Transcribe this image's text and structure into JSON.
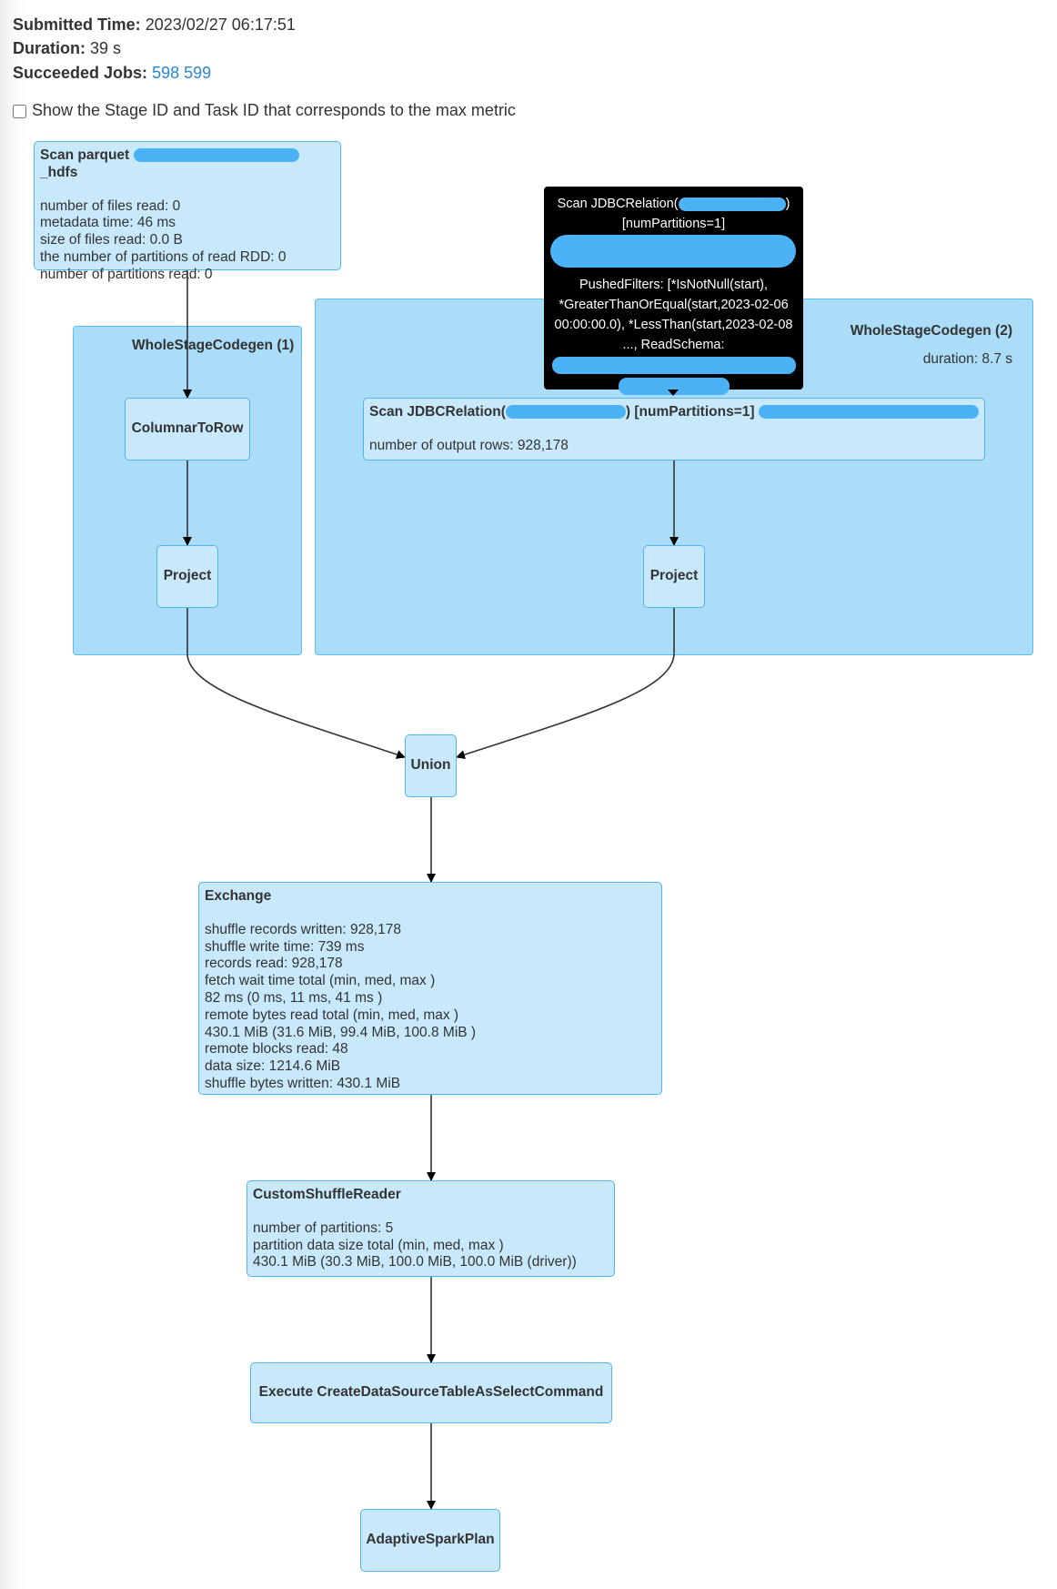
{
  "summary": {
    "submitted_label": "Submitted Time:",
    "submitted_value": "2023/02/27 06:17:51",
    "duration_label": "Duration:",
    "duration_value": "39 s",
    "jobs_label": "Succeeded Jobs:",
    "jobs": [
      "598",
      "599"
    ]
  },
  "checkbox": {
    "label": "Show the Stage ID and Task ID that corresponds to the max metric",
    "checked": false
  },
  "clusters": {
    "wsc1": {
      "title": "WholeStageCodegen (1)"
    },
    "wsc2": {
      "title": "WholeStageCodegen (2)",
      "duration": "duration: 8.7 s"
    }
  },
  "nodes": {
    "scan_parquet": {
      "title_prefix": "Scan parquet",
      "title_suffix": "_hdfs",
      "metrics": [
        "number of files read: 0",
        "metadata time: 46 ms",
        "size of files read: 0.0 B",
        "the number of partitions of read RDD: 0",
        "number of partitions read: 0"
      ]
    },
    "columnar_to_row": {
      "title": "ColumnarToRow"
    },
    "project1": {
      "title": "Project"
    },
    "scan_jdbc": {
      "title_prefix": "Scan JDBCRelation(",
      "title_mid": ") [numPartitions=1]",
      "metrics": [
        "number of output rows: 928,178"
      ]
    },
    "project2": {
      "title": "Project"
    },
    "union": {
      "title": "Union"
    },
    "exchange": {
      "title": "Exchange",
      "metrics": [
        "shuffle records written: 928,178",
        "shuffle write time: 739 ms",
        "records read: 928,178",
        "fetch wait time total (min, med, max )",
        "82 ms (0 ms, 11 ms, 41 ms )",
        "remote bytes read total (min, med, max )",
        "430.1 MiB (31.6 MiB, 99.4 MiB, 100.8 MiB )",
        "remote blocks read: 48",
        "data size: 1214.6 MiB",
        "shuffle bytes written: 430.1 MiB"
      ]
    },
    "custom_shuffle_reader": {
      "title": "CustomShuffleReader",
      "metrics": [
        "number of partitions: 5",
        "partition data size total (min, med, max )",
        "430.1 MiB (30.3 MiB, 100.0 MiB, 100.0 MiB (driver))"
      ]
    },
    "execute": {
      "title": "Execute CreateDataSourceTableAsSelectCommand"
    },
    "adaptive": {
      "title": "AdaptiveSparkPlan"
    }
  },
  "tooltip": {
    "line1": "Scan JDBCRelation(",
    "line1_end": ")",
    "line2": "[numPartitions=1]",
    "lines": [
      "PushedFilters: [*IsNotNull(start),",
      "*GreaterThanOrEqual(start,2023-02-06",
      "00:00:00.0), *LessThan(start,2023-02-08",
      "..., ReadSchema:"
    ]
  },
  "colors": {
    "node_fill": "#c8e9fc",
    "node_border": "#4fb6f0",
    "cluster_fill": "#abddf9",
    "redaction": "#4cb2f6",
    "link": "#2a86d0"
  }
}
